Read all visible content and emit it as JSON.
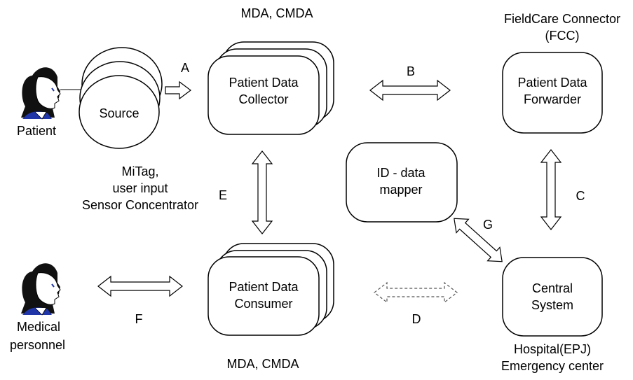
{
  "labels": {
    "patient": "Patient",
    "medical_1": "Medical",
    "medical_2": "personnel",
    "source": "Source",
    "mitag_1": "MiTag,",
    "mitag_2": "user input",
    "mitag_3": "Sensor Concentrator",
    "collector_header": "MDA, CMDA",
    "collector_1": "Patient Data",
    "collector_2": "Collector",
    "consumer_1": "Patient Data",
    "consumer_2": "Consumer",
    "consumer_footer": "MDA, CMDA",
    "fcc_1": "FieldCare Connector",
    "fcc_2": "(FCC)",
    "forwarder_1": "Patient Data",
    "forwarder_2": "Forwarder",
    "mapper_1": "ID - data",
    "mapper_2": "mapper",
    "central_1": "Central",
    "central_2": "System",
    "hospital_1": "Hospital(EPJ)",
    "hospital_2": "Emergency center",
    "edge_a": "A",
    "edge_b": "B",
    "edge_c": "C",
    "edge_d": "D",
    "edge_e": "E",
    "edge_f": "F",
    "edge_g": "G"
  },
  "colors": {
    "line": "#000000",
    "fill": "#ffffff",
    "hair": "#111111",
    "skin": "#ffffff",
    "collar": "#1f35a8"
  }
}
